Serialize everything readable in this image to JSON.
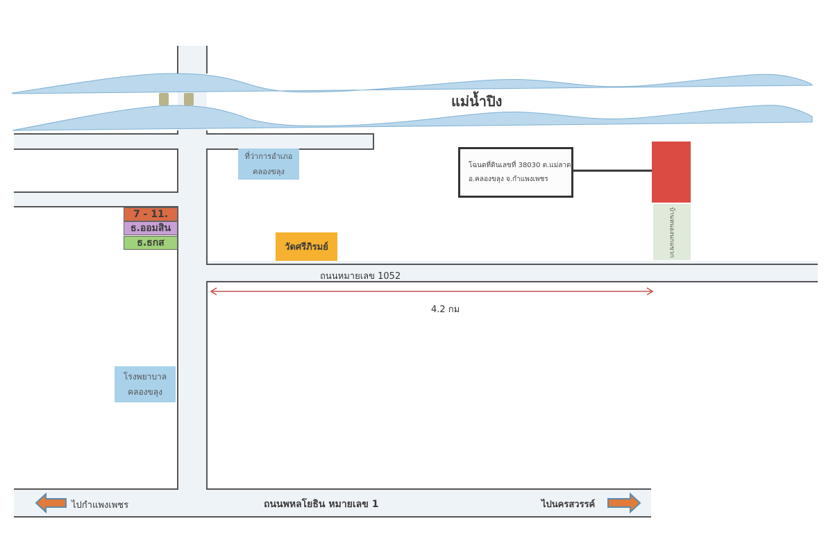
{
  "map": {
    "river": {
      "label": "แม่น้ำปิง",
      "color": "#bcd8ec",
      "edge_color": "#7fb0d3"
    },
    "bridge": {
      "color": "#b9b38a"
    },
    "roads": {
      "highway_1052": {
        "label": "ถนนหมายเลข 1052"
      },
      "highway_1": {
        "label": "ถนนพหลโยธิน หมายเลข 1"
      }
    },
    "directions": {
      "west": {
        "label": "ไปกำแพงเพชร",
        "arrow_color": "#e07b3a",
        "arrow_edge": "#5b8bb0"
      },
      "east": {
        "label": "ไปนครสวรรค์",
        "arrow_color": "#e07b3a",
        "arrow_edge": "#5b8bb0"
      }
    },
    "distance": {
      "label": "4.2 กม",
      "color": "#c0504d"
    },
    "district_office": {
      "line1": "ที่ว่าการอำเภอ",
      "line2": "คลองขลุง"
    },
    "hospital": {
      "line1": "โรงพยาบาล",
      "line2": "คลองขลุง"
    },
    "stores": [
      {
        "label": "7 - 11.",
        "color": "#d96b45"
      },
      {
        "label": "ธ.ออมสิน",
        "color": "#c9a0d6"
      },
      {
        "label": "ธ.ธกส",
        "color": "#9fd27a"
      }
    ],
    "temple": {
      "label": "วัดศรีภิรมย์",
      "color": "#f5b12f"
    },
    "deed": {
      "line1": "โฉนดที่ดินเลขที่ 38030 ต.แม่ลาด",
      "line2": "อ.คลองขลุง จ.กำแพงเพชร"
    },
    "plot": {
      "color": "#dc4a44"
    },
    "village": {
      "label": "บ้านหนองนกแขวก",
      "color": "#dfeadb"
    }
  }
}
